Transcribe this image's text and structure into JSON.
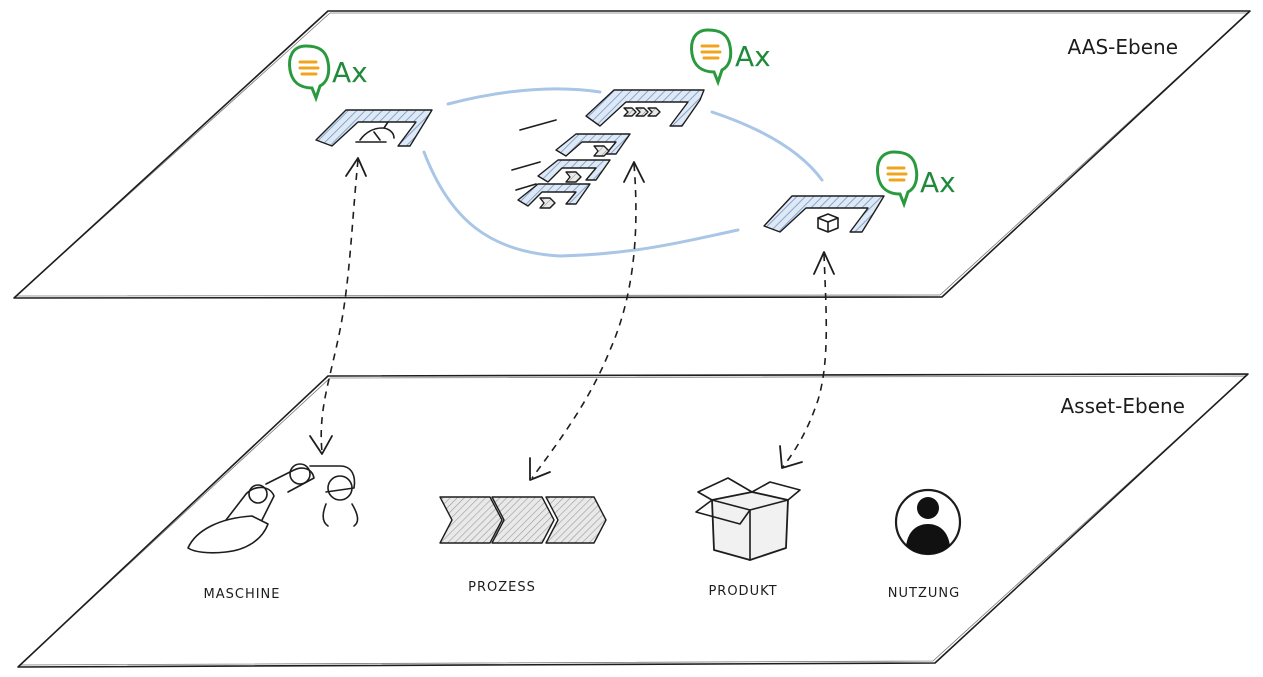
{
  "layers": {
    "aas": {
      "label": "AAS-Ebene"
    },
    "asset": {
      "label": "Asset-Ebene"
    }
  },
  "assets": [
    {
      "label": "MASCHINE",
      "icon": "robot-arm-icon"
    },
    {
      "label": "PROZESS",
      "icon": "process-chevrons-icon"
    },
    {
      "label": "PRODUKT",
      "icon": "box-icon"
    },
    {
      "label": "NUTZUNG",
      "icon": "user-avatar-icon"
    }
  ],
  "badges": [
    {
      "text": "Ax"
    },
    {
      "text": "Ax"
    },
    {
      "text": "Ax"
    }
  ],
  "colors": {
    "ax_green": "#1e8a3a",
    "bubble_green": "#2a9a3e",
    "bubble_lines": "#f0a41e",
    "link_blue": "#a9c6e6",
    "shell_hatch": "#6f96c7",
    "ink": "#1d1d1d"
  }
}
